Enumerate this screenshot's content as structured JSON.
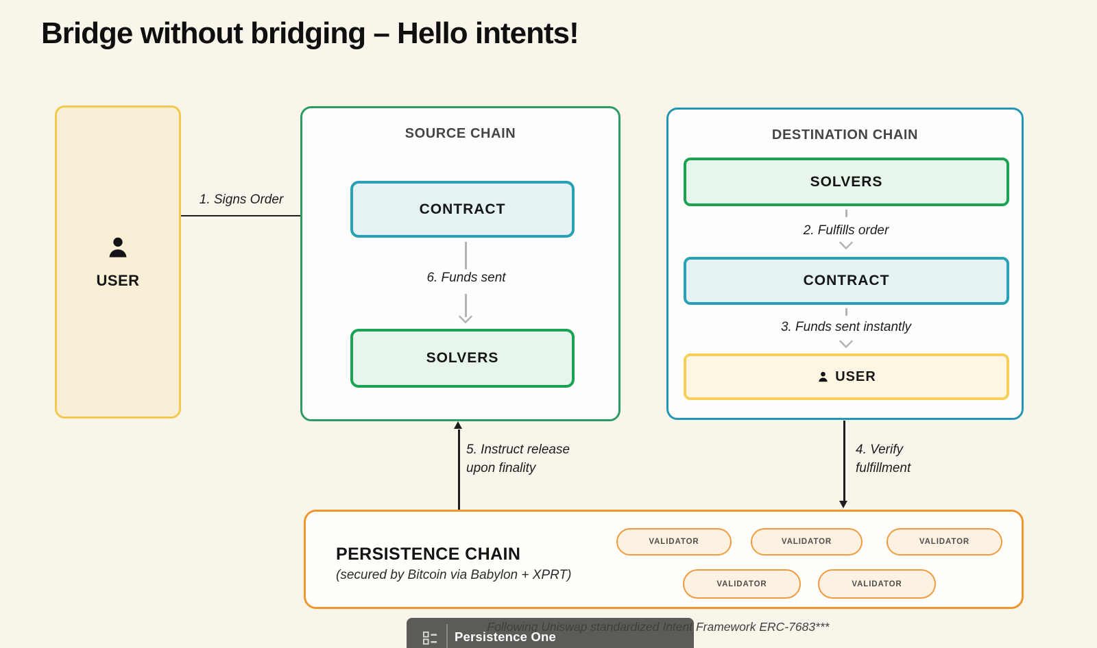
{
  "title": "Bridge without bridging – Hello intents!",
  "user_box": {
    "label": "USER"
  },
  "source_chain": {
    "title": "SOURCE CHAIN",
    "contract_label": "CONTRACT",
    "solvers_label": "SOLVERS"
  },
  "destination_chain": {
    "title": "DESTINATION CHAIN",
    "solvers_label": "SOLVERS",
    "contract_label": "CONTRACT",
    "user_label": "USER"
  },
  "persistence_chain": {
    "title": "PERSISTENCE CHAIN",
    "subtitle": "(secured by Bitcoin via Babylon + XPRT)",
    "validators": [
      "VALIDATOR",
      "VALIDATOR",
      "VALIDATOR",
      "VALIDATOR",
      "VALIDATOR"
    ]
  },
  "flows": {
    "step1": "1. Signs Order",
    "step2": "2. Fulfills order",
    "step3": "3. Funds sent instantly",
    "step4_line1": "4. Verify",
    "step4_line2": "fulfillment",
    "step5_line1": "5. Instruct release",
    "step5_line2": "upon finality",
    "step6": "6. Funds sent"
  },
  "footer": {
    "caption": "Following Uniswap standardized Intent Framework ERC-7683***",
    "brand": "Persistence One"
  },
  "colors": {
    "background": "#faf5ea",
    "user_yellow_border": "#f3c94f",
    "source_green_border": "#2d9c63",
    "destination_teal_border": "#2396b4",
    "contract_teal": "#28a0b5",
    "solvers_green": "#1ca253",
    "persistence_orange": "#ef962f",
    "footer_gray": "#5c5b57"
  }
}
